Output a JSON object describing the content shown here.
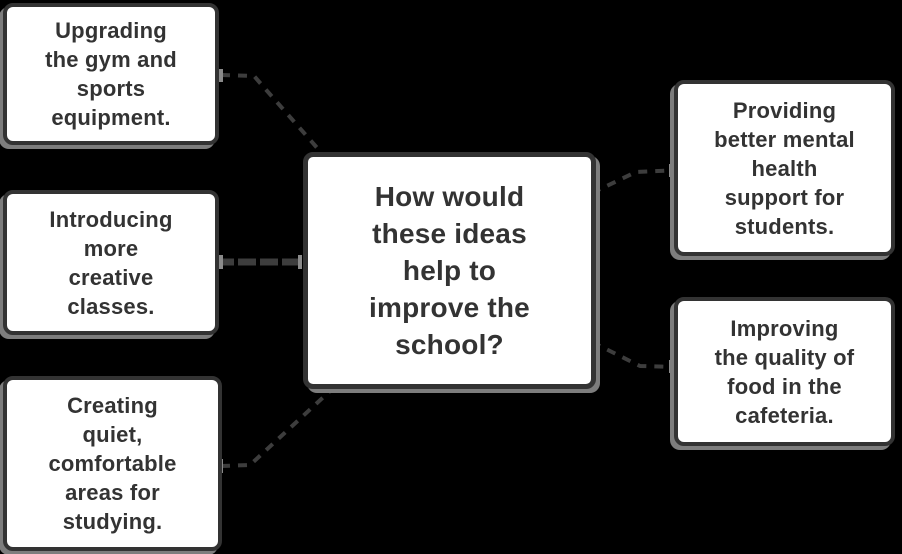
{
  "diagram": {
    "type": "mindmap",
    "background_color": "#000000",
    "node_fill_color": "#ffffff",
    "node_border_color": "#333333",
    "node_shadow_color": "#7d7d7d",
    "connector_color": "#3d3d3d",
    "text_color": "#333333",
    "center": {
      "id": "center",
      "label": "How would\nthese ideas\nhelp to\nimprove the\nschool?"
    },
    "nodes": [
      {
        "id": "gym",
        "side": "left",
        "label": "Upgrading\nthe gym and\nsports\nequipment."
      },
      {
        "id": "creative",
        "side": "left",
        "label": "Introducing\nmore\ncreative\nclasses."
      },
      {
        "id": "study",
        "side": "left",
        "label": "Creating\nquiet,\ncomfortable\nareas for\nstudying."
      },
      {
        "id": "mental",
        "side": "right",
        "label": "Providing\nbetter mental\nhealth\nsupport for\nstudents."
      },
      {
        "id": "food",
        "side": "right",
        "label": "Improving\nthe quality of\nfood in the\ncafeteria."
      }
    ],
    "edges": [
      {
        "from": "gym",
        "to": "center",
        "style": "dashed"
      },
      {
        "from": "creative",
        "to": "center",
        "style": "solid"
      },
      {
        "from": "study",
        "to": "center",
        "style": "dashed"
      },
      {
        "from": "center",
        "to": "mental",
        "style": "dashed"
      },
      {
        "from": "center",
        "to": "food",
        "style": "dashed"
      }
    ]
  }
}
